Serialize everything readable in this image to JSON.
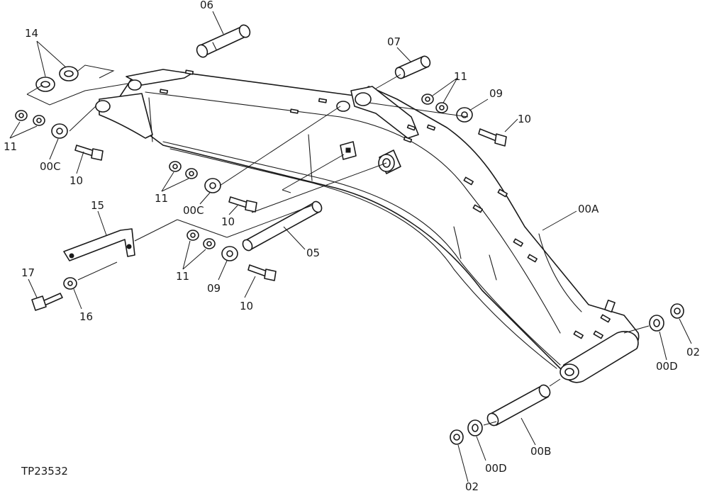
{
  "figure_ref": "TP23532",
  "callouts": {
    "c02a": "02",
    "c02b": "02",
    "c05": "05",
    "c06": "06",
    "c07": "07",
    "c09a": "09",
    "c09b": "09",
    "c10a": "10",
    "c10b": "10",
    "c10c": "10",
    "c10d": "10",
    "c11a": "11",
    "c11b": "11",
    "c11c": "11",
    "c11d": "11",
    "c14": "14",
    "c15": "15",
    "c16": "16",
    "c17": "17",
    "c00A": "00A",
    "c00B": "00B",
    "c00Ca": "00C",
    "c00Cb": "00C",
    "c00Da": "00D",
    "c00Db": "00D"
  },
  "colors": {
    "line": "#1a1a1a",
    "paper": "#ffffff"
  }
}
